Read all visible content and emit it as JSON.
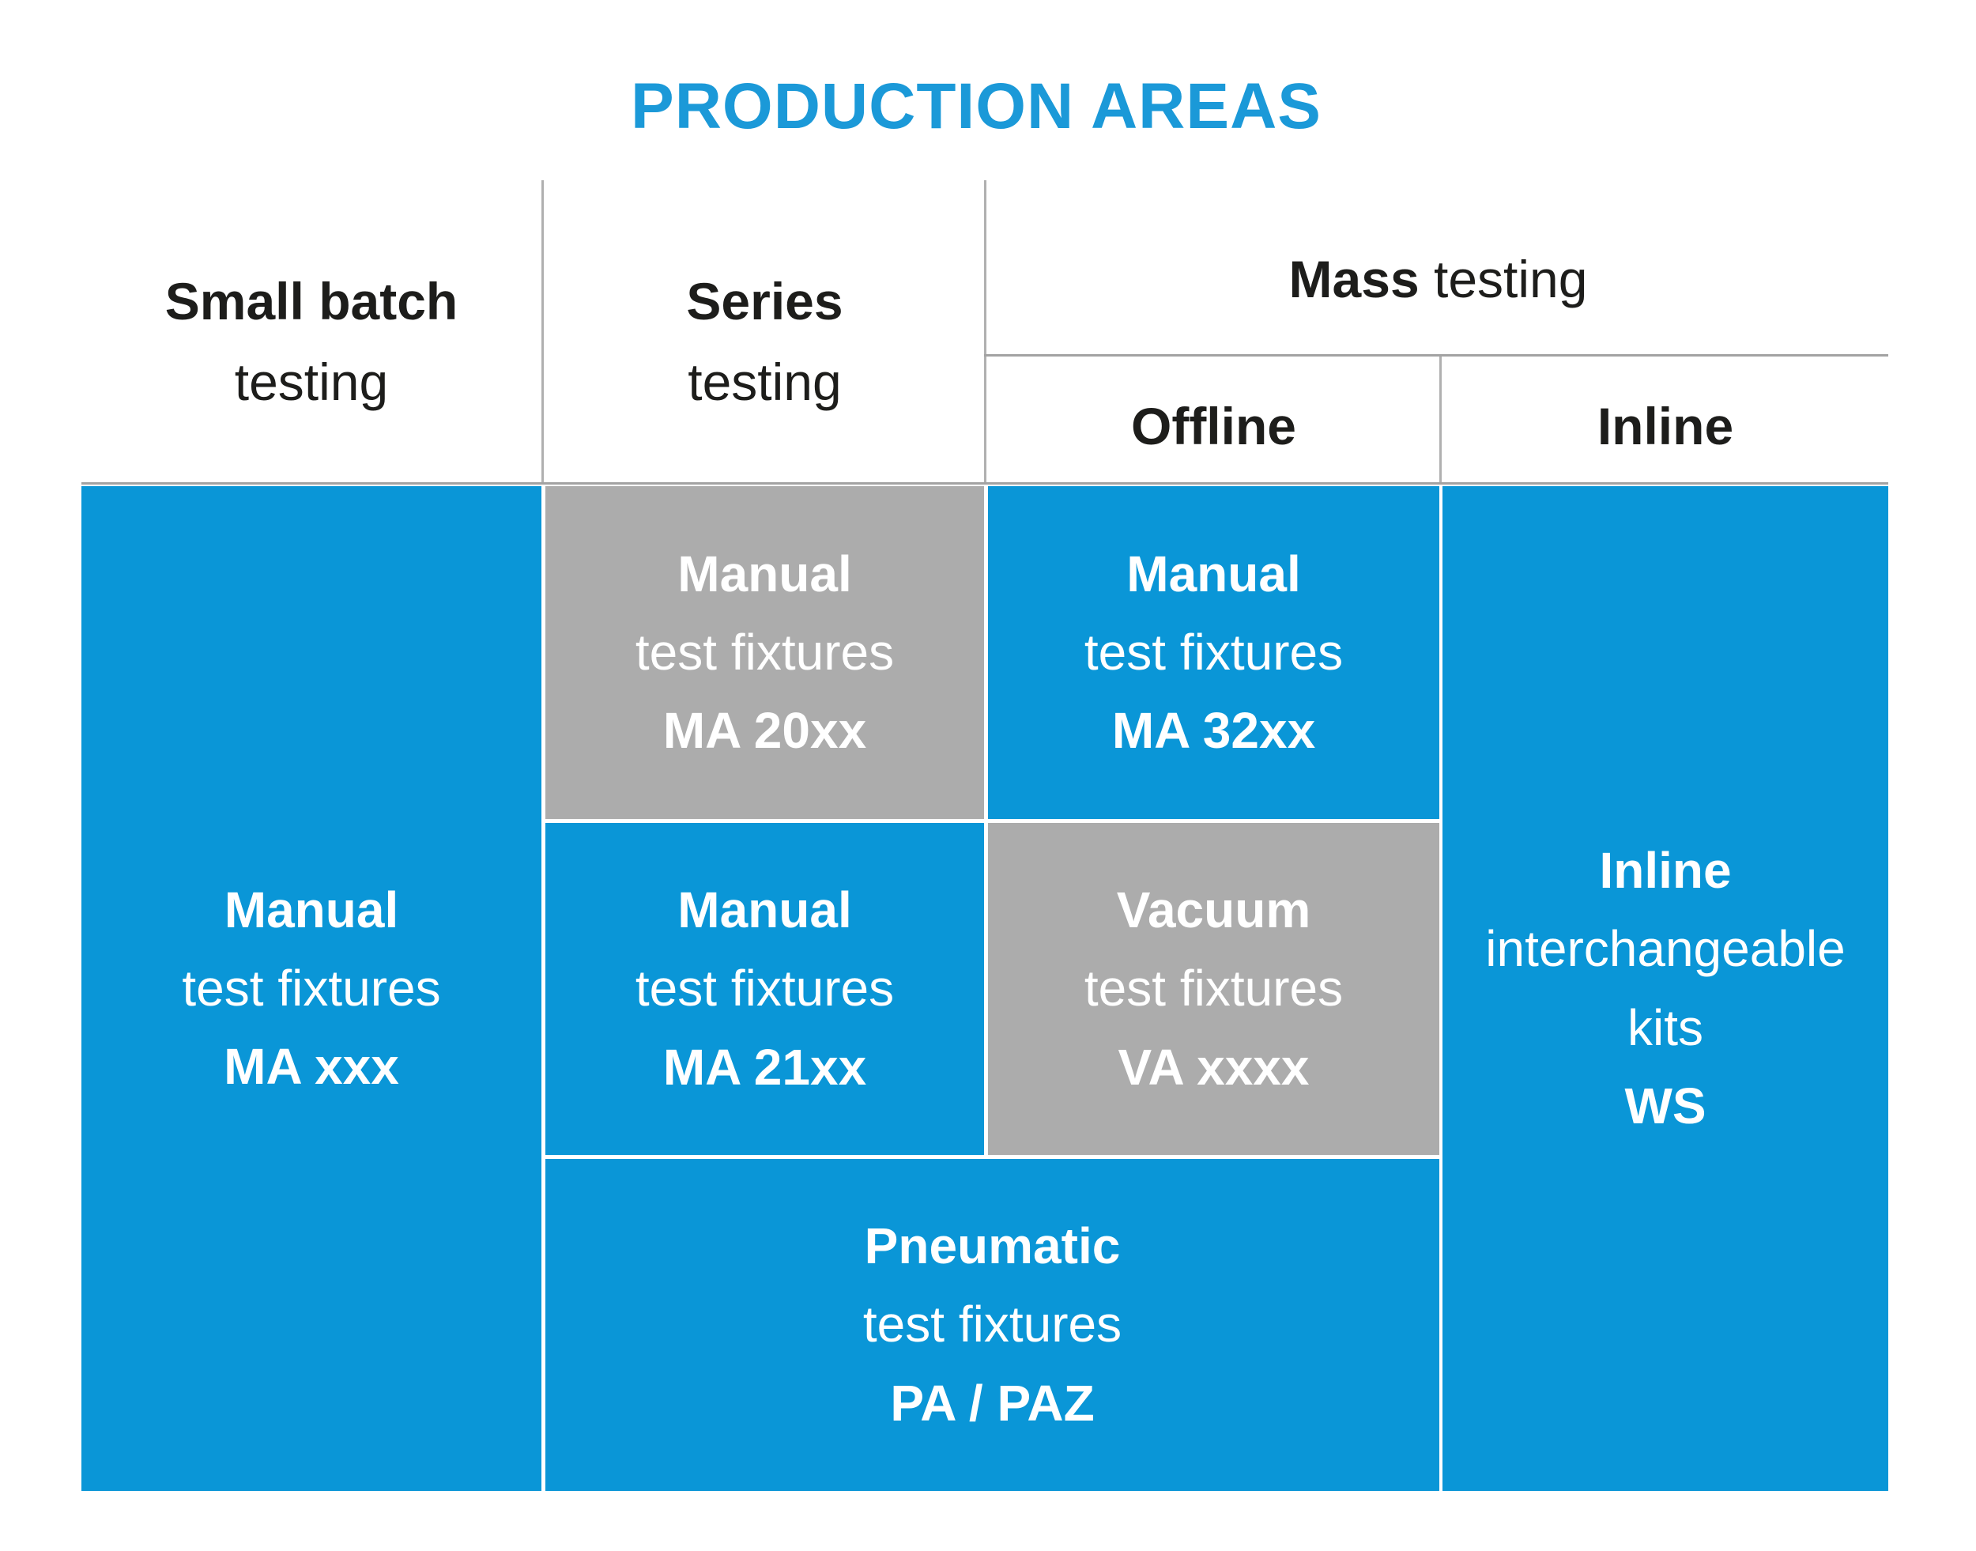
{
  "title": "PRODUCTION AREAS",
  "colors": {
    "title_blue": "#1b99d8",
    "cell_blue": "#0a96d7",
    "cell_gray": "#acacac",
    "line_gray": "#b0b0b0",
    "text_dark": "#1d1d1b",
    "cell_text": "#ffffff"
  },
  "header": {
    "small_batch": {
      "bold": "Small batch",
      "rest": "testing"
    },
    "series": {
      "bold": "Series",
      "rest": "testing"
    },
    "mass": {
      "bold": "Mass",
      "rest": " testing"
    },
    "offline": "Offline",
    "inline": "Inline"
  },
  "cells": {
    "manual_ma_xxx": {
      "name": "Manual",
      "desc": "test fixtures",
      "code": "MA xxx"
    },
    "manual_ma_20xx": {
      "name": "Manual",
      "desc": "test fixtures",
      "code": "MA 20xx"
    },
    "manual_ma_32xx": {
      "name": "Manual",
      "desc": "test fixtures",
      "code": "MA 32xx"
    },
    "manual_ma_21xx": {
      "name": "Manual",
      "desc": "test fixtures",
      "code": "MA 21xx"
    },
    "vacuum_va_xxxx": {
      "name": "Vacuum",
      "desc": "test fixtures",
      "code": "VA xxxx"
    },
    "pneumatic_pa_paz": {
      "name": "Pneumatic",
      "desc": "test fixtures",
      "code": "PA / PAZ"
    },
    "inline_ws": {
      "name": "Inline",
      "desc_line1": "interchangeable",
      "desc_line2": "kits",
      "code": "WS"
    }
  }
}
